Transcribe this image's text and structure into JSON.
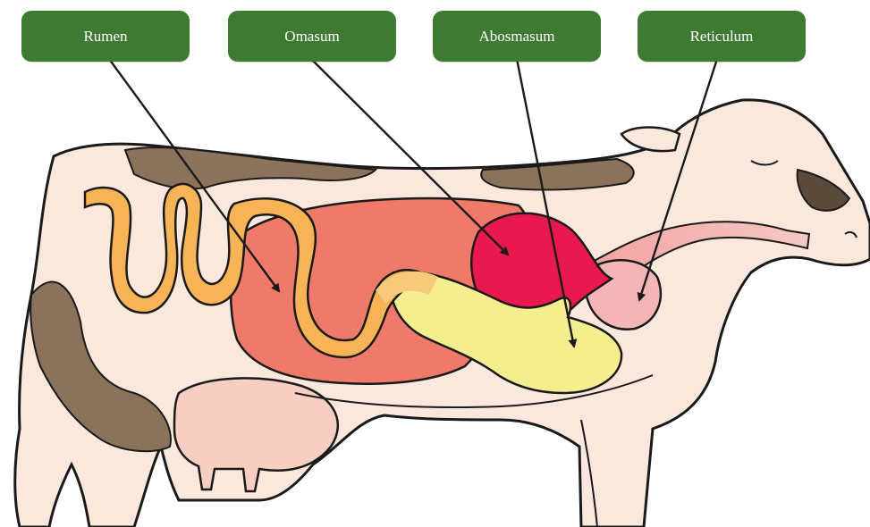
{
  "labels": {
    "rumen": "Rumen",
    "omasum": "Omasum",
    "abomasum": "Abosmasum",
    "reticulum": "Reticulum"
  },
  "colors": {
    "label_bg": "#3f7a33",
    "label_text": "#ffffff",
    "body_fill": "#fbe8dc",
    "spots": "#8a735a",
    "udder": "#f6cfc2",
    "rumen": "#ef7a6a",
    "intestine": "#f7b456",
    "abomasum": "#f5ee8f",
    "omasum_organ": "#e9184e",
    "reticulum_organ": "#f3b5b5",
    "outline": "#1a1a1a"
  },
  "icons": [
    "cow-outline",
    "arrow"
  ]
}
